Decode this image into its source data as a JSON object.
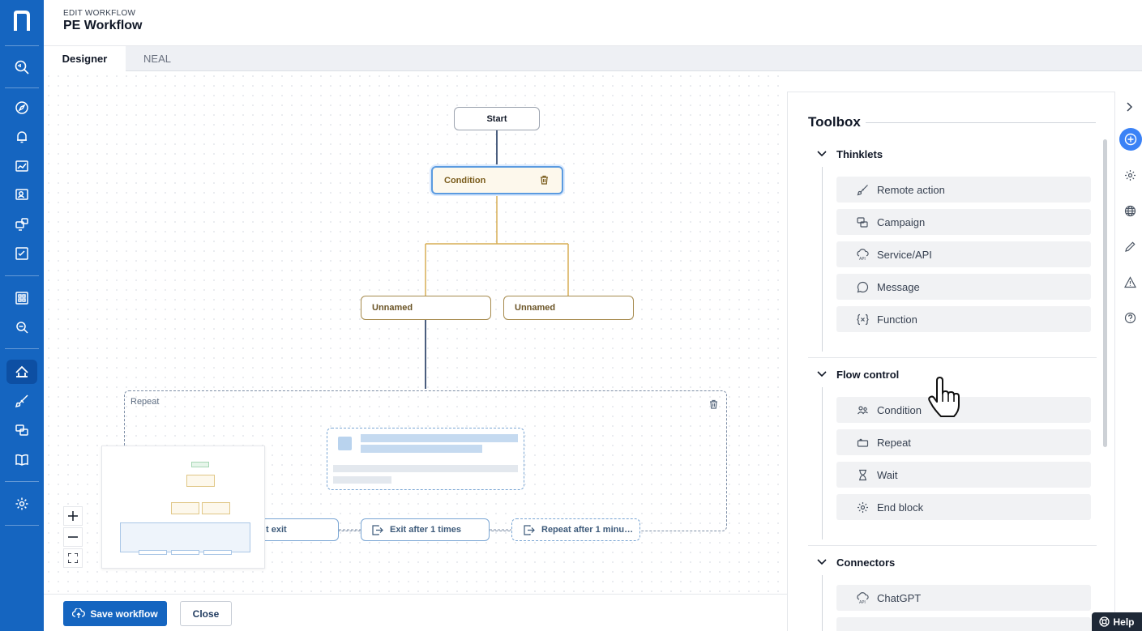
{
  "nav": {
    "logo": "n",
    "items": [
      "search-icon",
      "compass-icon",
      "bell-icon",
      "dashboard-icon",
      "users-icon",
      "devices-icon",
      "checklist-icon",
      "apps-icon",
      "investigate-icon",
      "workflow-icon",
      "rocket-icon",
      "chat-icon",
      "book-icon",
      "gear-icon"
    ]
  },
  "header": {
    "kicker": "EDIT WORKFLOW",
    "title": "PE Workflow"
  },
  "tabs": [
    {
      "label": "Designer",
      "active": true
    },
    {
      "label": "NEAL",
      "active": false
    }
  ],
  "canvas": {
    "start_label": "Start",
    "condition_label": "Condition",
    "branches": [
      "Unnamed",
      "Unnamed"
    ],
    "repeat_label": "Repeat",
    "exits": [
      "t exit",
      "Exit after 1 times",
      "Repeat after 1 minu…"
    ]
  },
  "footer": {
    "save_label": "Save workflow",
    "close_label": "Close"
  },
  "toolbox": {
    "title": "Toolbox",
    "sections": [
      {
        "name": "Thinklets",
        "items": [
          {
            "label": "Remote action",
            "icon": "rocket-icon"
          },
          {
            "label": "Campaign",
            "icon": "campaign-icon"
          },
          {
            "label": "Service/API",
            "icon": "api-icon"
          },
          {
            "label": "Message",
            "icon": "message-icon"
          },
          {
            "label": "Function",
            "icon": "function-icon"
          }
        ]
      },
      {
        "name": "Flow control",
        "items": [
          {
            "label": "Condition",
            "icon": "condition-icon"
          },
          {
            "label": "Repeat",
            "icon": "repeat-icon"
          },
          {
            "label": "Wait",
            "icon": "hourglass-icon"
          },
          {
            "label": "End block",
            "icon": "gear-icon"
          }
        ]
      },
      {
        "name": "Connectors",
        "items": [
          {
            "label": "ChatGPT",
            "icon": "api-icon"
          }
        ]
      }
    ]
  },
  "help_label": "Help",
  "colors": {
    "primary": "#1565c0",
    "condition_border": "#5b9be0",
    "branch_line": "#d7ad55"
  }
}
